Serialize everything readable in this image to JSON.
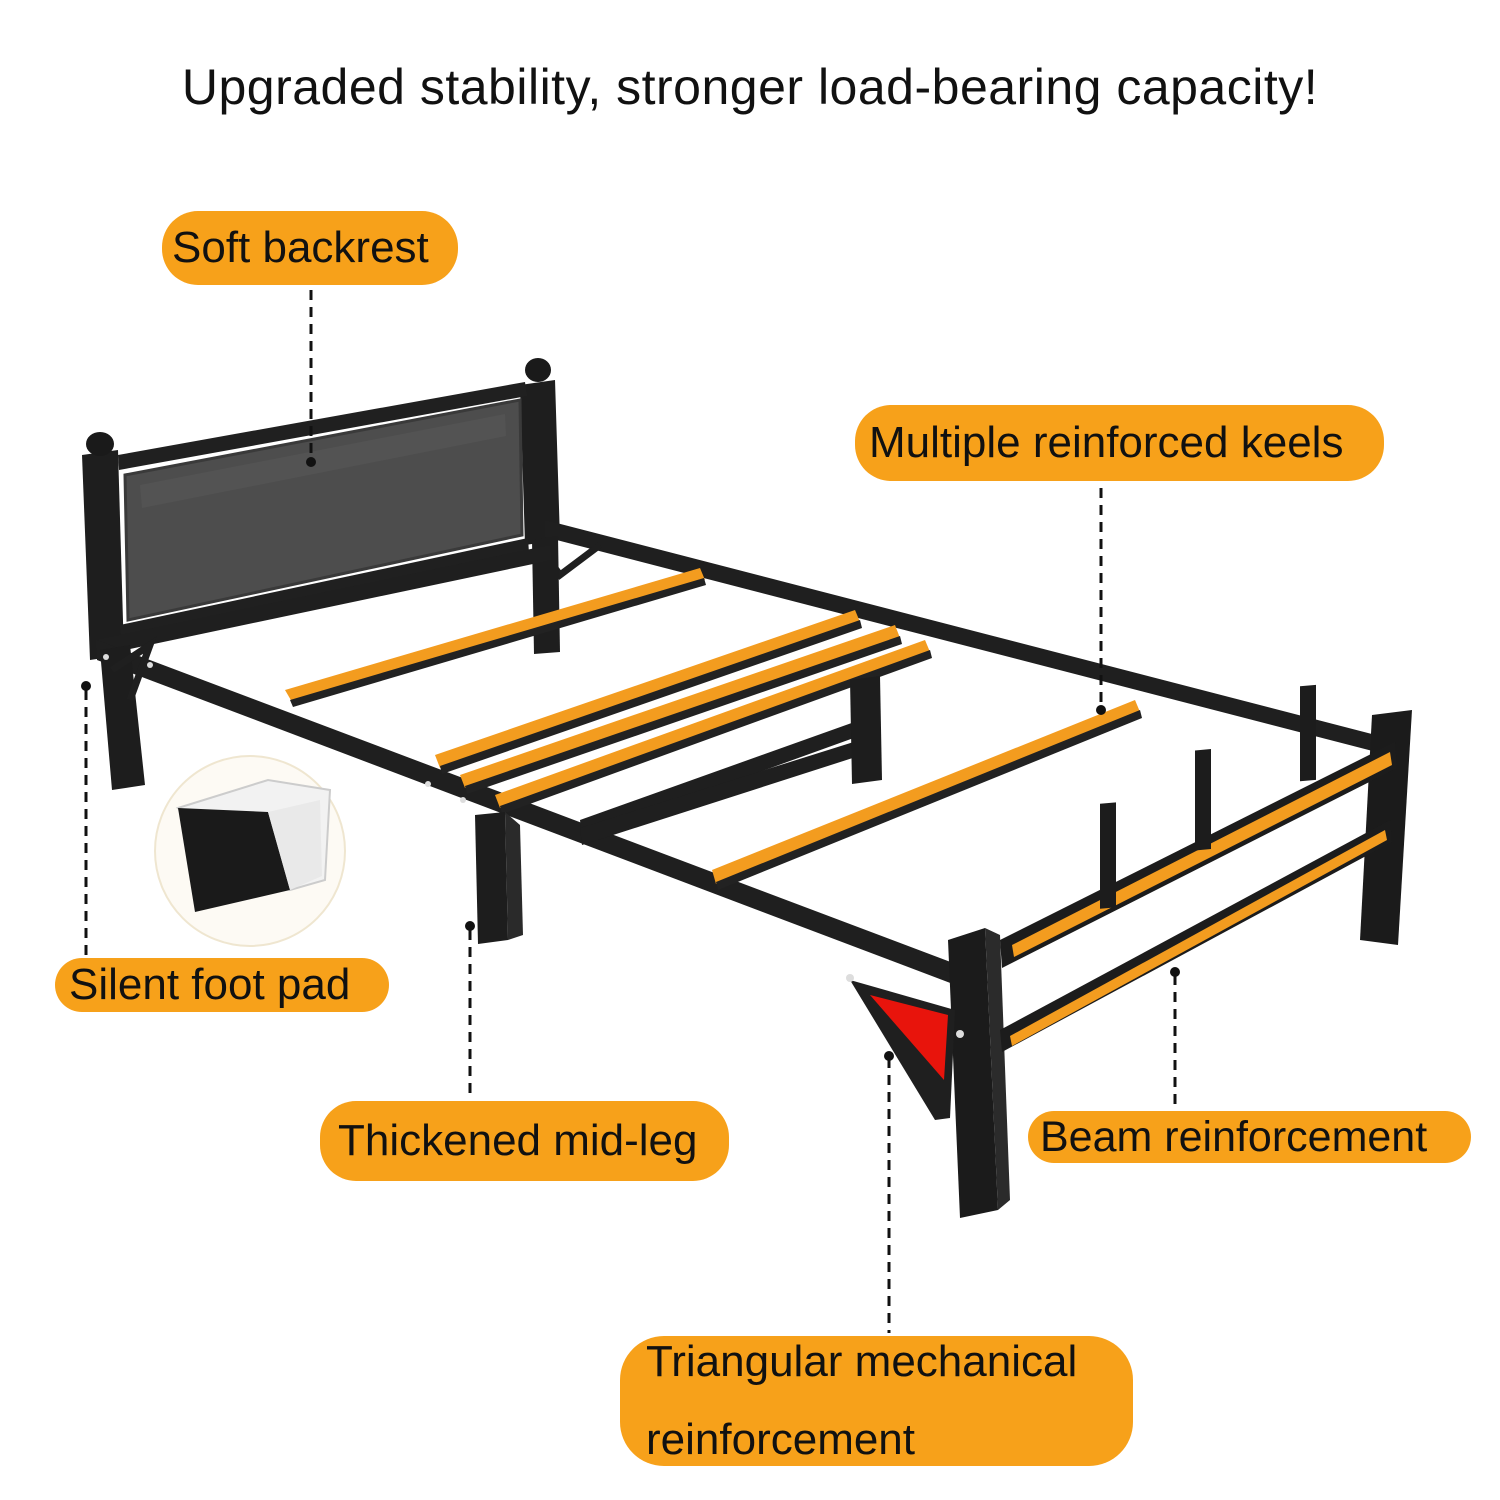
{
  "headline": "Upgraded stability, stronger load-bearing capacity!",
  "callouts": {
    "soft_backrest": "Soft backrest",
    "multiple_keels": "Multiple reinforced keels",
    "silent_foot_pad": "Silent foot pad",
    "thickened_mid_leg": "Thickened mid-leg",
    "beam_reinforcement": "Beam reinforcement",
    "triangular_reinforcement": "Triangular mechanical reinforcement"
  },
  "colors": {
    "callout_bg": "#f7a11a",
    "frame": "#1c1c1c",
    "slat": "#f39c1f",
    "headboard_pad": "#4d4d4d",
    "triangle_bracket": "#e8140c"
  }
}
